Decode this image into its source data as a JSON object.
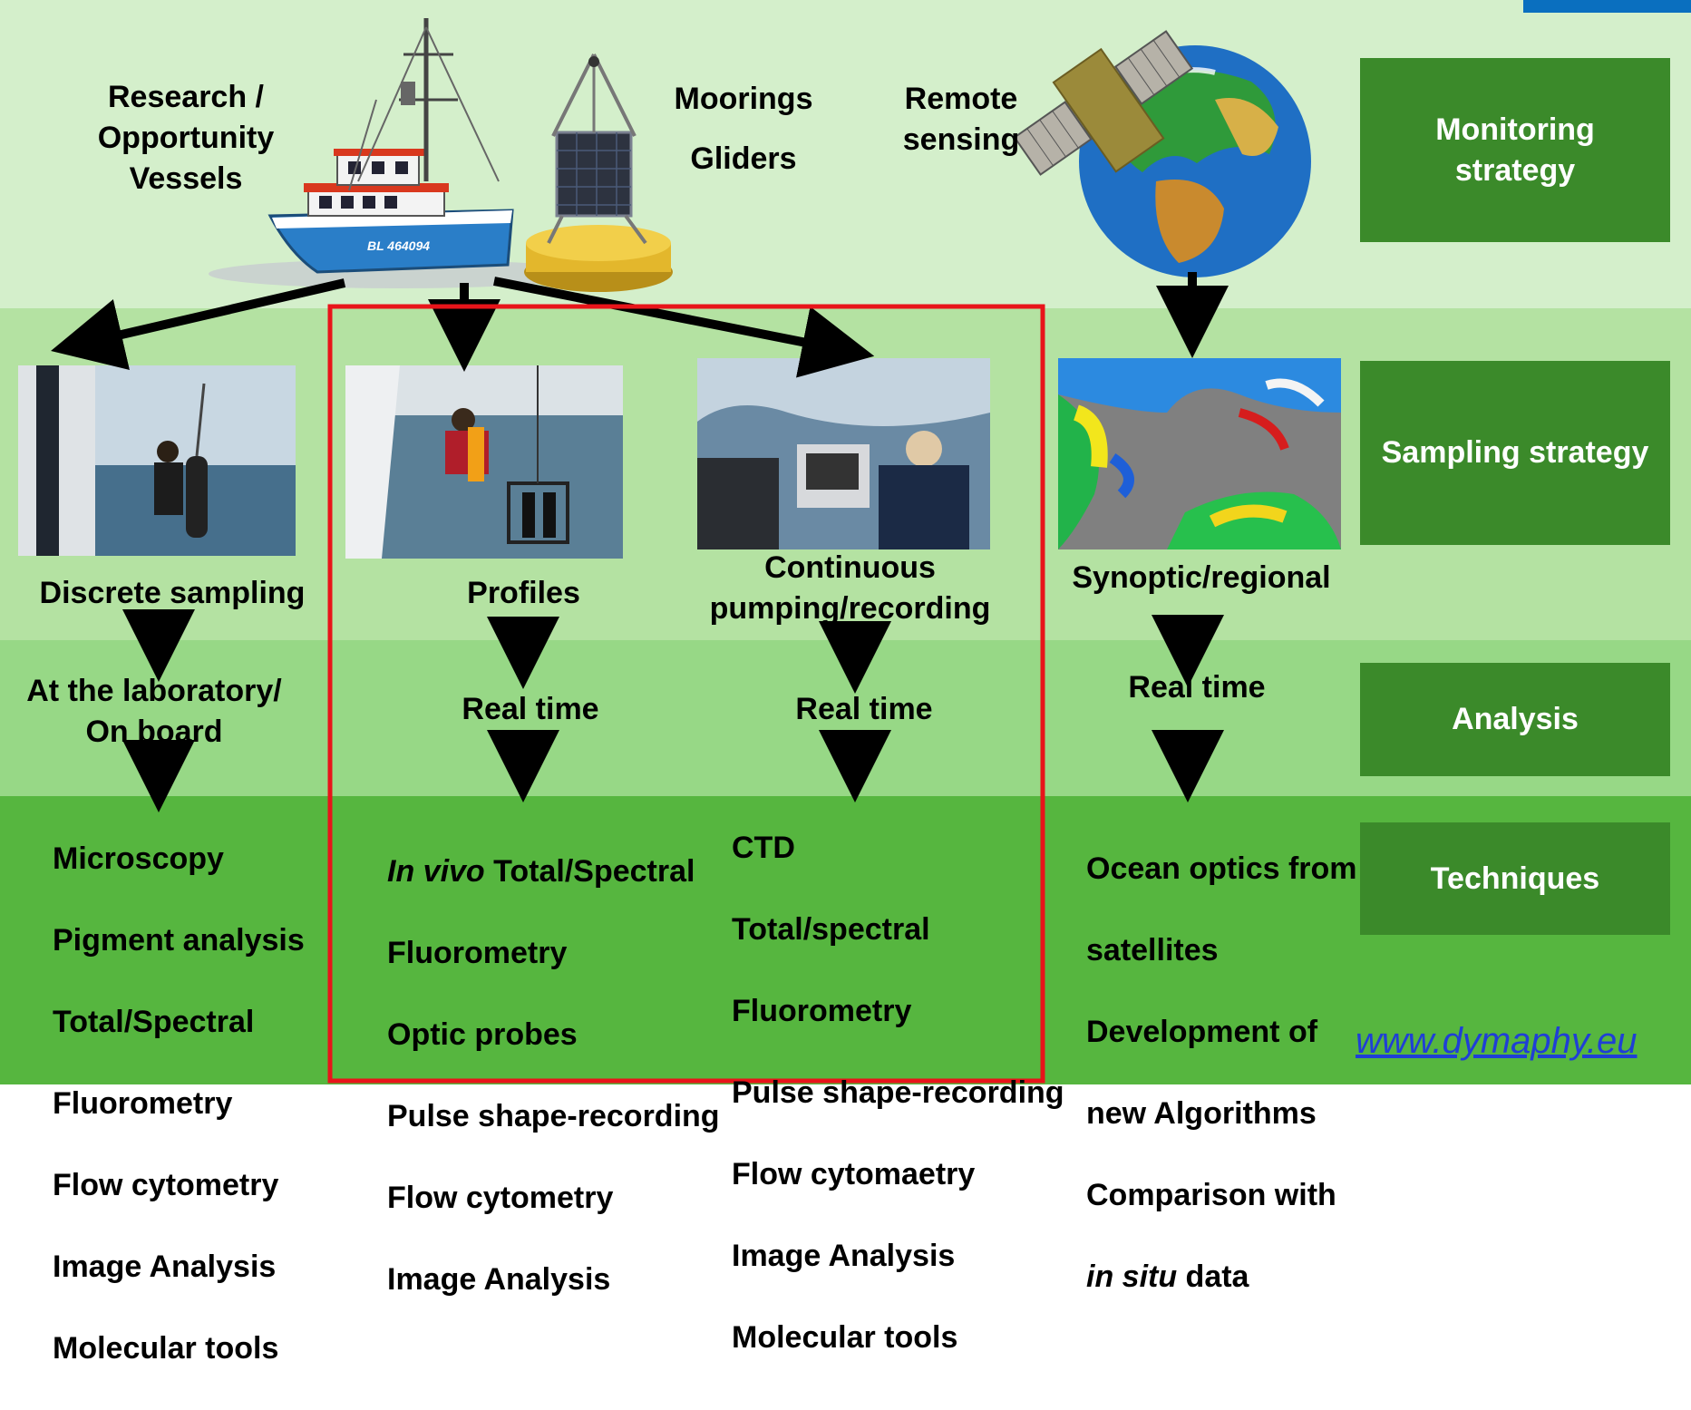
{
  "header": {
    "vessels_label": "Research /\nOpportunity\nVessels",
    "moorings_label": "Moorings",
    "gliders_label": "Gliders",
    "remote_label": "Remote\nsensing",
    "vessel_hull_text": "BL 464094"
  },
  "strategy_boxes": {
    "monitoring": "Monitoring\nstrategy",
    "sampling": "Sampling strategy",
    "analysis": "Analysis",
    "techniques": "Techniques"
  },
  "columns": {
    "discrete": {
      "label": "Discrete sampling",
      "analysis": "At the laboratory/\nOn board",
      "techniques": [
        "Microscopy",
        "Pigment analysis",
        "Total/Spectral",
        "Fluorometry",
        "Flow cytometry",
        "Image Analysis",
        "Molecular tools"
      ]
    },
    "profiles": {
      "label": "Profiles",
      "analysis": "Real time",
      "techniques_first_italic": "In vivo",
      "techniques_first_rest": " Total/Spectral",
      "techniques": [
        "Fluorometry",
        "Optic probes",
        "Pulse shape-recording",
        "Flow cytometry",
        "Image Analysis"
      ]
    },
    "continuous": {
      "label": "Continuous\npumping/recording",
      "analysis": "Real time",
      "techniques": [
        "CTD",
        "Total/spectral",
        "Fluorometry",
        "Pulse shape-recording",
        "Flow cytomaetry",
        "Image Analysis",
        "Molecular tools"
      ]
    },
    "synoptic": {
      "label": "Synoptic/regional",
      "analysis": "Real time",
      "techniques": [
        "Ocean optics from",
        "satellites",
        "Development of",
        "new Algorithms",
        "Comparison with"
      ],
      "techniques_last_italic": "in situ",
      "techniques_last_rest": " data"
    }
  },
  "footer": {
    "link": "www.dymaphy.eu"
  },
  "colors": {
    "band1": "#d4efcb",
    "band2": "#b4e2a2",
    "band3": "#97d886",
    "band4": "#56b63f",
    "box": "#3b8a2a",
    "highlight": "#e8141a"
  }
}
